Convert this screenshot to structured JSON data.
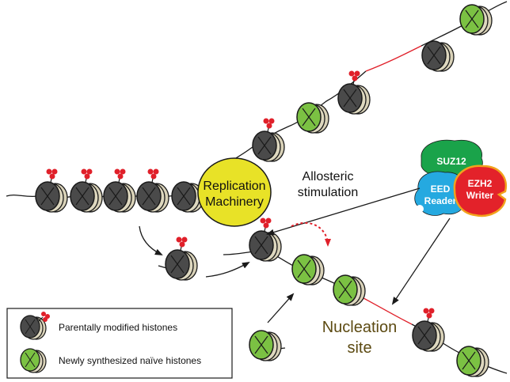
{
  "labels": {
    "replication_line1": "Replication",
    "replication_line2": "Machinery",
    "allosteric_line1": "Allosteric",
    "allosteric_line2": "stimulation",
    "nucleation_line1": "Nucleation",
    "nucleation_line2": "site"
  },
  "complex": {
    "suz12": "SUZ12",
    "eed_line1": "EED",
    "eed_line2": "Reader",
    "ezh2_line1": "EZH2",
    "ezh2_line2": "Writer"
  },
  "legend": {
    "parental": "Parentally modified histones",
    "newly": "Newly synthesized naïve histones"
  },
  "colors": {
    "parental_histone": "#4a4a4a",
    "new_histone": "#7bc143",
    "mark": "#e0202a",
    "replication": "#e8e227",
    "suz12": "#1aa34a",
    "eed": "#25a9e0",
    "ezh2": "#e3222a"
  }
}
